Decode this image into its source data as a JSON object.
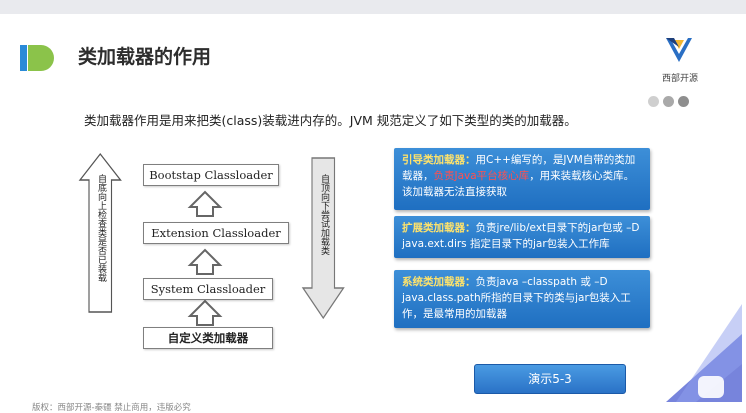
{
  "topbar": {
    "items": [
      "",
      "",
      "",
      "",
      ""
    ]
  },
  "slide": {
    "title": "类加载器的作用",
    "intro": "类加载器作用是用来把类(class)装载进内存的。JVM 规范定义了如下类型的类的加载器。",
    "logo_text": "西部开源",
    "hierarchy": {
      "boxes": [
        "Bootstap Classloader",
        "Extension Classloader",
        "System Classloader",
        "自定义类加载器"
      ],
      "left_arrow_text": "自底向上检查类是否已装载",
      "right_arrow_text": "自顶向下尝试加载类"
    },
    "info_boxes": [
      {
        "head": "引导类加载器：",
        "body_before": "用C++编写的，是JVM自带的类加载器，",
        "highlight": "负责Java平台核心库",
        "body_after": "，用来装载核心类库。该加载器无法直接获取"
      },
      {
        "head": "扩展类加载器：",
        "body": "负责jre/lib/ext目录下的jar包或 –D java.ext.dirs 指定目录下的jar包装入工作库"
      },
      {
        "head": "系统类加载器：",
        "body": "负责java –classpath 或 –D java.class.path所指的目录下的类与jar包装入工作，是最常用的加载器"
      }
    ],
    "demo_button": "演示5-3",
    "footer": "版权：西部开源-秦疆  禁止商用，违版必究"
  },
  "colors": {
    "accent_blue": "#2a8ad8",
    "accent_green": "#8bc34a",
    "info_bg": "#2a7dd0",
    "info_head": "#ffe36b",
    "highlight": "#ff5050"
  }
}
